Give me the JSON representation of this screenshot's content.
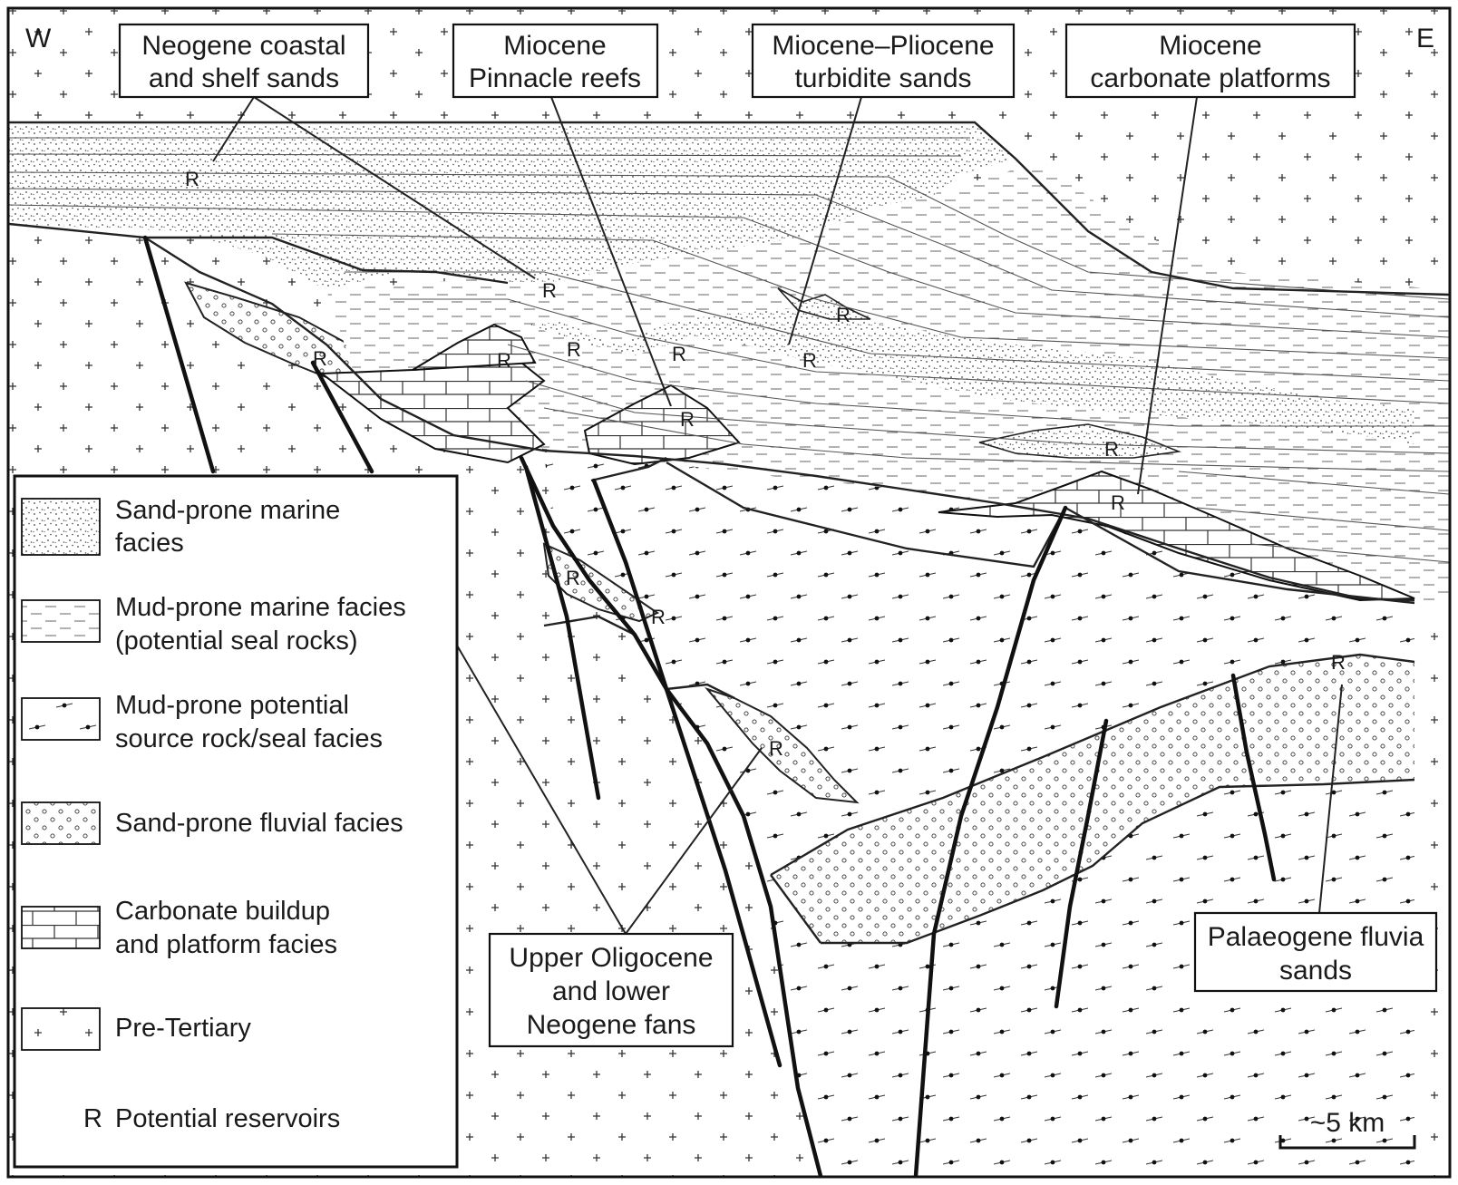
{
  "orientation": {
    "west": "W",
    "east": "E"
  },
  "callouts": {
    "neogene_coastal": [
      "Neogene coastal",
      "and shelf sands"
    ],
    "pinnacle_reefs": [
      "Miocene",
      "Pinnacle reefs"
    ],
    "turbidite": [
      "Miocene–Pliocene",
      "turbidite sands"
    ],
    "carbonate_platforms": [
      "Miocene",
      "carbonate platforms"
    ],
    "oligocene_fans": [
      "Upper Oligocene",
      "and lower",
      "Neogene fans"
    ],
    "palaeogene": [
      "Palaeogene fluvia",
      "sands"
    ]
  },
  "reservoir_mark": "R",
  "legend": {
    "sand_marine": [
      "Sand-prone marine",
      "facies"
    ],
    "mud_marine": [
      "Mud-prone marine facies",
      "(potential seal rocks)"
    ],
    "mud_source": [
      "Mud-prone potential",
      "source rock/seal facies"
    ],
    "sand_fluvial": [
      "Sand-prone fluvial facies"
    ],
    "carbonate": [
      "Carbonate buildup",
      "and platform facies"
    ],
    "pretertiary": [
      "Pre-Tertiary"
    ],
    "reservoir": "Potential reservoirs"
  },
  "scale_bar": "~5 km"
}
